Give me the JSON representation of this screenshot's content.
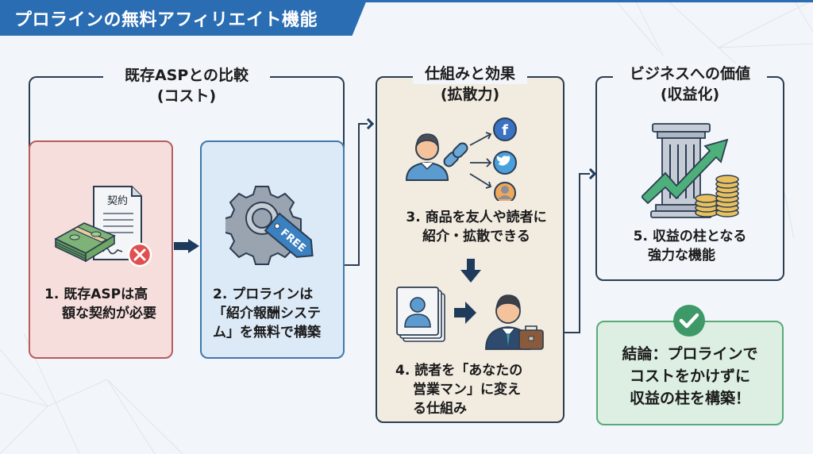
{
  "title": "プロラインの無料アフィリエイト機能",
  "sections": [
    {
      "heading_line1": "既存ASPとの比較",
      "heading_line2": "(コスト)",
      "cards": [
        {
          "line1": "1. 既存ASPは高",
          "line2": "額な契約が必要",
          "icon_label": "契約",
          "icons": [
            "money-stack-icon",
            "contract-document-icon",
            "error-x-icon"
          ],
          "color": "#f6dedd",
          "border": "#b85c5c"
        },
        {
          "line1": "2. プロラインは",
          "line2": "「紹介報酬システ",
          "line3": "ム」を無料で構築",
          "icon_label": "FREE",
          "icons": [
            "gear-icon",
            "free-tag-icon"
          ],
          "color": "#dce9f6",
          "border": "#3f78ad"
        }
      ]
    },
    {
      "heading_line1": "仕組みと効果",
      "heading_line2": "(拡散力)",
      "color": "#f1ebe0",
      "border": "#2b3d52",
      "steps": [
        {
          "line1": "3. 商品を友人や読者に",
          "line2": "紹介・拡散できる",
          "icons": [
            "user-icon",
            "link-icon",
            "facebook-icon",
            "twitter-icon",
            "profile-icon"
          ]
        },
        {
          "line1": "4. 読者を「あなたの",
          "line2": "営業マン」に変え",
          "line3": "る仕組み",
          "icons": [
            "contact-cards-icon",
            "businessman-icon",
            "briefcase-icon"
          ]
        }
      ]
    },
    {
      "heading_line1": "ビジネスへの価値",
      "heading_line2": "(収益化)",
      "card": {
        "line1": "5. 収益の柱となる",
        "line2": "強力な機能",
        "icons": [
          "pillar-icon",
          "growth-arrow-icon",
          "coins-icon"
        ]
      }
    }
  ],
  "conclusion": {
    "line1": "結論：プロラインで",
    "line2": "コストをかけずに",
    "line3": "収益の柱を構築！",
    "icon": "check-icon",
    "color": "#dcefe2",
    "border": "#5aa97a"
  },
  "colors": {
    "banner": "#2a6db3",
    "line": "#2b3d52",
    "arrow": "#1f3b5c",
    "check": "#3d9a68"
  }
}
